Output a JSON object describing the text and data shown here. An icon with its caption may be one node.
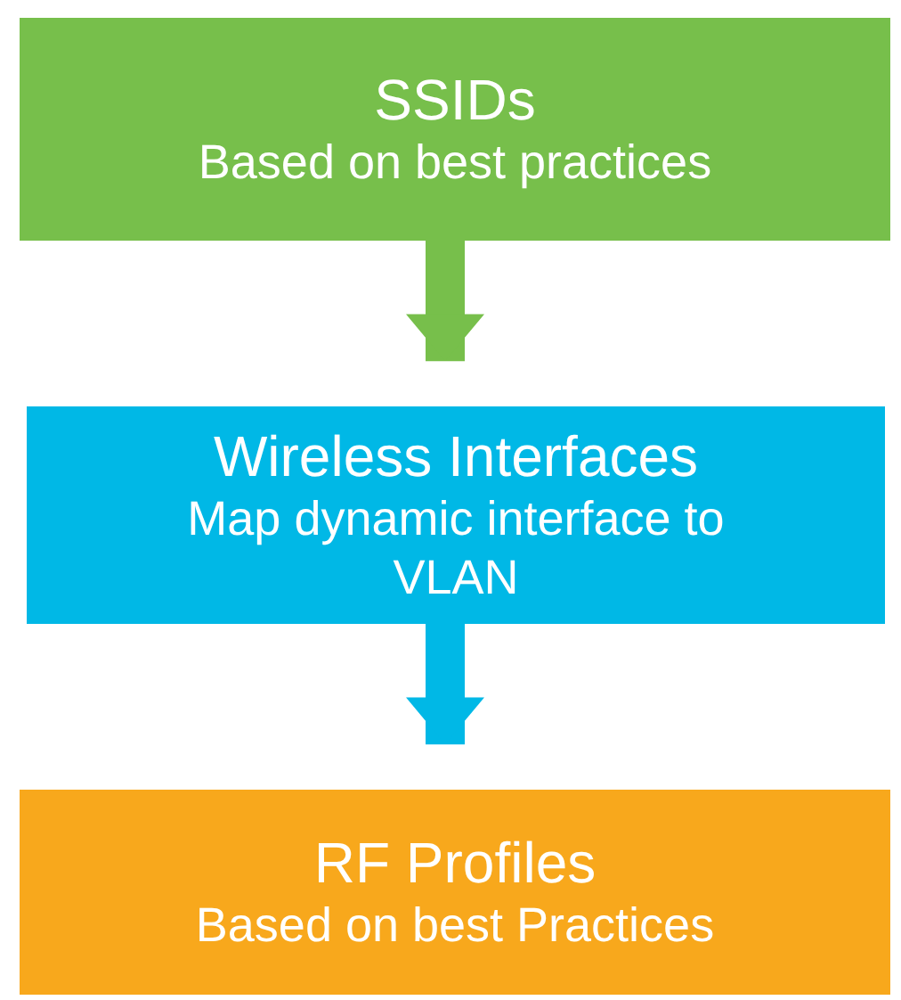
{
  "diagram": {
    "nodes": [
      {
        "text": [
          "SSIDs",
          "Based on best practices"
        ]
      },
      {
        "text": [
          "Wireless Interfaces",
          "Map dynamic interface to VLAN"
        ]
      },
      {
        "text": [
          "RF Profiles",
          "Based on best Practices"
        ]
      }
    ],
    "edges": [
      {
        "from": 0,
        "to": 1,
        "arrow": "to",
        "color": "#77bf4b"
      },
      {
        "from": 1,
        "to": 2,
        "arrow": "to",
        "color": "#00b8e6"
      }
    ]
  }
}
